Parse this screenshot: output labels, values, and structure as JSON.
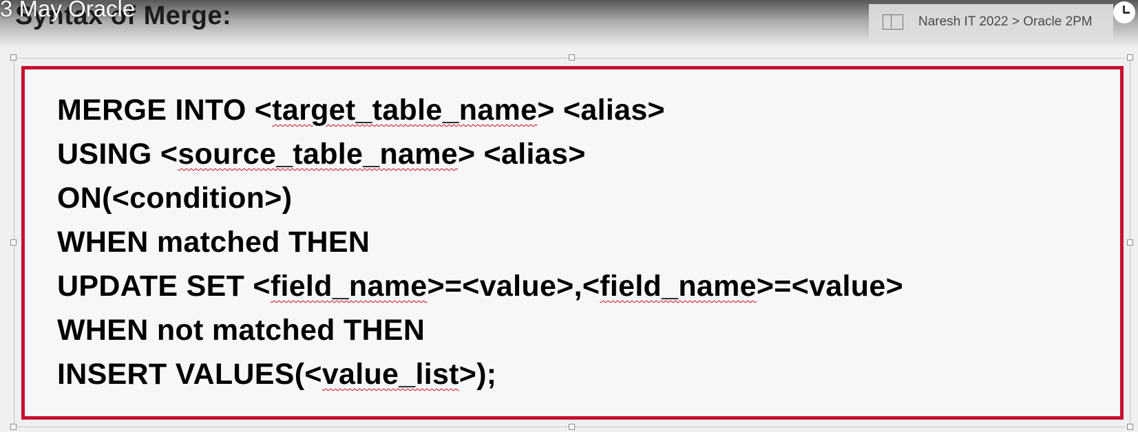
{
  "video": {
    "title": "3  May Oracle"
  },
  "slide": {
    "heading": "Syntax of Merge:",
    "breadcrumb": "Naresh IT 2022 > Oracle 2PM",
    "code_lines": [
      {
        "prefix": "MERGE INTO <",
        "term": "target_table_name",
        "suffix": "> <alias>"
      },
      {
        "prefix": "USING <",
        "term": "source_table_name",
        "suffix": "> <alias>"
      },
      {
        "text": "ON(<condition>)"
      },
      {
        "text": "WHEN matched THEN"
      },
      {
        "prefix": "UPDATE SET <",
        "term": "field_name",
        "mid": ">=<value>,<",
        "term2": "field_name",
        "suffix": ">=<value>"
      },
      {
        "text": "WHEN not matched THEN"
      },
      {
        "prefix": "INSERT VALUES(<",
        "term": "value_list",
        "suffix": ">);"
      }
    ]
  },
  "colors": {
    "frame_border": "#c8102e",
    "squiggle": "#d0021b"
  },
  "icons": [
    "notebook-icon",
    "clock-icon"
  ]
}
